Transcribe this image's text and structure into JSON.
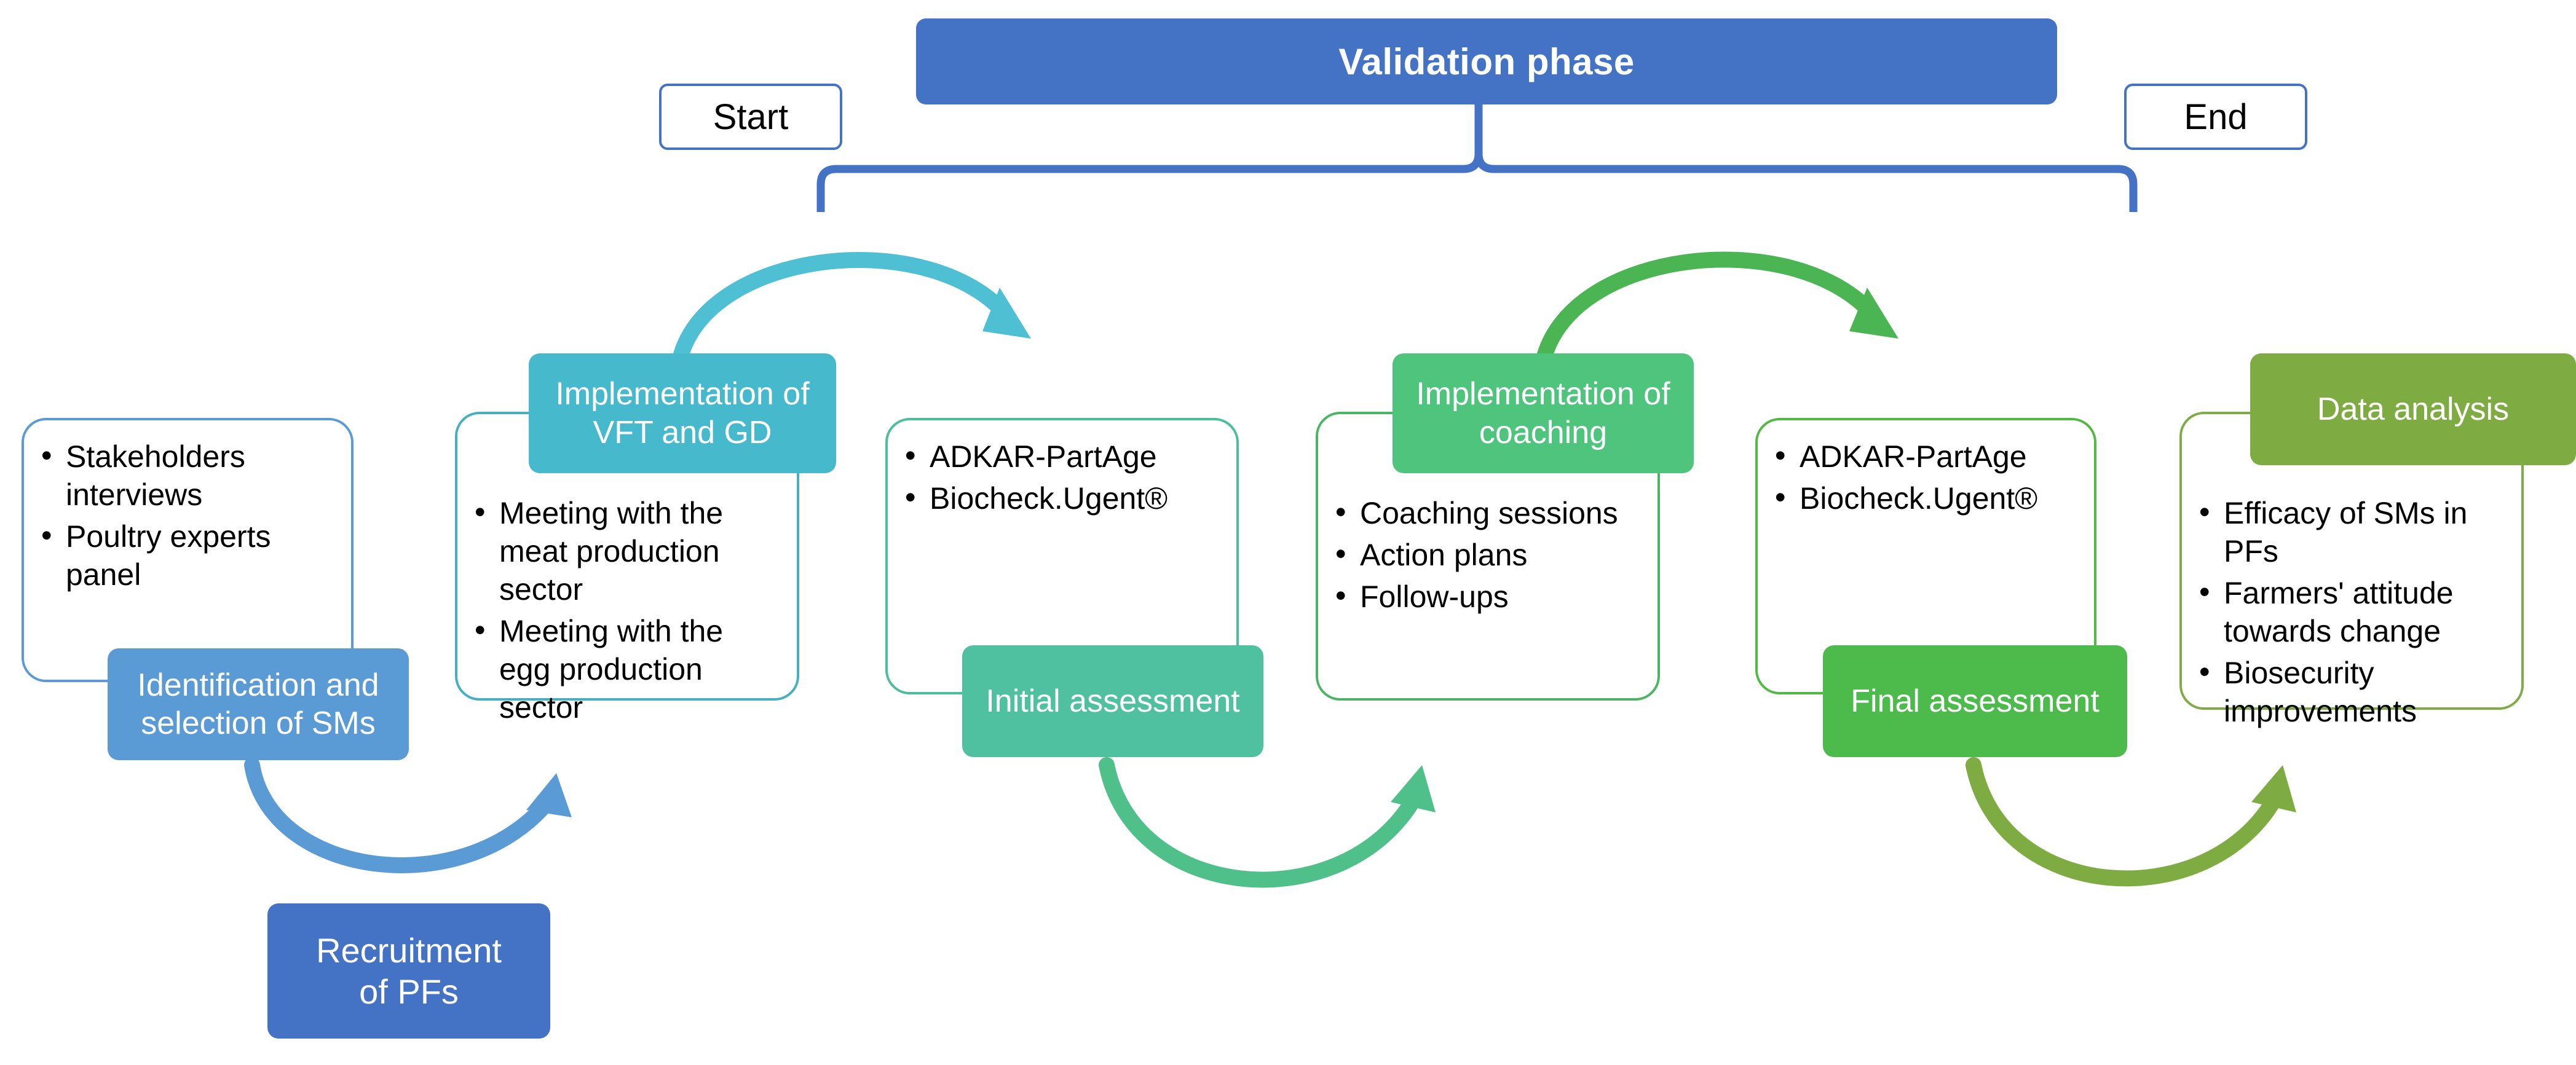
{
  "diagram": {
    "title": "Validation phase study workflow",
    "phase_banner": {
      "label": "Validation phase",
      "color": "#4472C4"
    },
    "markers": {
      "start": "Start",
      "end": "End"
    },
    "stages": [
      {
        "id": "stage-1",
        "chip_label_lines": [
          "Identification and",
          "selection of SMs"
        ],
        "chip_color": "#5B9BD5",
        "outline_color": "#5B9BD5",
        "bullets": [
          "Stakeholders interviews",
          "Poultry experts panel"
        ]
      },
      {
        "id": "stage-2",
        "chip_label_lines": [
          "Implementation of",
          "VFT and GD"
        ],
        "chip_color": "#46B9CC",
        "outline_color": "#46B0C0",
        "bullets": [
          "Meeting with the meat production sector",
          "Meeting with the egg production sector"
        ]
      },
      {
        "id": "stage-3",
        "chip_label_lines": [
          "Initial assessment"
        ],
        "chip_color": "#4FC0A0",
        "outline_color": "#4BBF9B",
        "bullets": [
          "ADKAR-PartAge",
          "Biocheck.Ugent®"
        ]
      },
      {
        "id": "stage-4",
        "chip_label_lines": [
          "Implementation of",
          "coaching"
        ],
        "chip_color": "#4FC47C",
        "outline_color": "#4CB563",
        "bullets": [
          "Coaching sessions",
          "Action plans",
          "Follow-ups"
        ]
      },
      {
        "id": "stage-5",
        "chip_label_lines": [
          "Final assessment"
        ],
        "chip_color": "#4CBB4C",
        "outline_color": "#53B945",
        "bullets": [
          "ADKAR-PartAge",
          "Biocheck.Ugent®"
        ]
      },
      {
        "id": "stage-6",
        "chip_label_lines": [
          "Data analysis"
        ],
        "chip_color": "#7EAC43",
        "outline_color": "#7FAB48",
        "bullets": [
          "Efficacy of SMs in PFs",
          "Farmers' attitude towards change",
          "Biosecurity improvements"
        ]
      }
    ],
    "standalone": {
      "recruitment": {
        "chip_label_lines": [
          "Recruitment",
          "of PFs"
        ],
        "chip_color": "#4472C4"
      }
    },
    "connectors": [
      {
        "name": "arrow-ident-to-recruit",
        "color": "#5B9BD5",
        "direction": "down-right"
      },
      {
        "name": "arrow-recruit-to-vft",
        "color": "#4FC0D4",
        "direction": "up-right"
      },
      {
        "name": "arrow-vft-to-initial",
        "color": "#4FC0D4",
        "direction": "over-right"
      },
      {
        "name": "arrow-initial-to-coaching",
        "color": "#4FC08A",
        "direction": "under-right"
      },
      {
        "name": "arrow-coaching-to-final",
        "color": "#4CB553",
        "direction": "over-right"
      },
      {
        "name": "arrow-final-to-data",
        "color": "#7EAC43",
        "direction": "under-right"
      }
    ]
  }
}
